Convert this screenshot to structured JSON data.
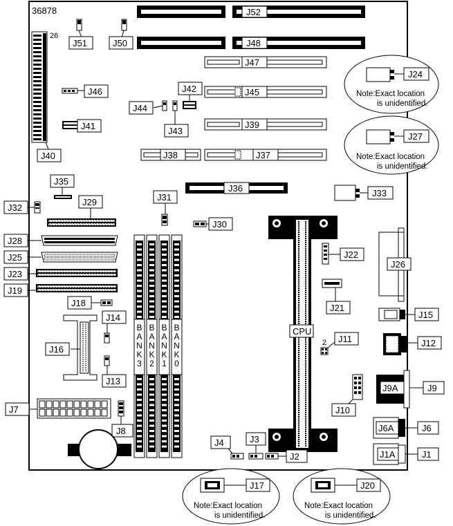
{
  "board_id": "36878",
  "pin_numbers": {
    "j40_pin": "26",
    "j11_pin": "2"
  },
  "connectors": {
    "j52": "J52",
    "j48": "J48",
    "j51": "J51",
    "j50": "J50",
    "j47": "J47",
    "j46": "J46",
    "j42": "J42",
    "j45": "J45",
    "j44": "J44",
    "j43": "J43",
    "j41": "J41",
    "j39": "J39",
    "j40": "J40",
    "j38": "J38",
    "j37": "J37",
    "j35": "J35",
    "j36": "J36",
    "j33": "J33",
    "j32": "J32",
    "j29": "J29",
    "j31": "J31",
    "j30": "J30",
    "j28": "J28",
    "j25": "J25",
    "j23": "J23",
    "j19": "J19",
    "j22": "J22",
    "j26": "J26",
    "j21": "J21",
    "j18": "J18",
    "j15": "J15",
    "j14": "J14",
    "j16": "J16",
    "j11": "J11",
    "j12": "J12",
    "j13": "J13",
    "j9": "J9",
    "j9a": "J9A",
    "j10": "J10",
    "j7": "J7",
    "j8": "J8",
    "j6a": "J6A",
    "j6": "J6",
    "j4": "J4",
    "j3": "J3",
    "j2": "J2",
    "j1a": "J1A",
    "j1": "J1",
    "j24": "J24",
    "j27": "J27",
    "j17": "J17",
    "j20": "J20"
  },
  "cpu_label": "CPU",
  "banks": [
    "BANK3",
    "BANK2",
    "BANK1",
    "BANK0"
  ],
  "note": {
    "line1": "Note:Exact location",
    "line2": "is unidentified."
  },
  "colors": {
    "ink": "#000000",
    "paper": "#ffffff"
  }
}
